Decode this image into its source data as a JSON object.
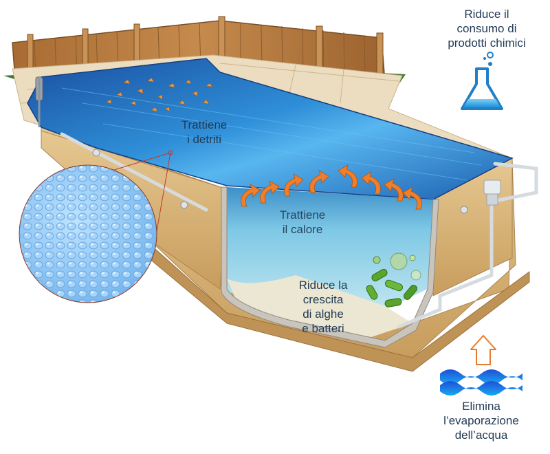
{
  "labels": {
    "chemicals": [
      "Riduce il",
      "consumo di",
      "prodotti chimici"
    ],
    "debris": [
      "Trattiene",
      "i detriti"
    ],
    "heat": [
      "Trattiene",
      "il calore"
    ],
    "algae": [
      "Riduce la",
      "crescita",
      "di alghe",
      "e batteri"
    ],
    "evaporation": [
      "Elimina",
      "l’evaporazione",
      "dell’acqua"
    ]
  },
  "icons": [
    "flask-icon",
    "water-waves-icon",
    "up-arrow-icon",
    "bubble-texture-magnifier",
    "heat-arrow-icon",
    "bacteria-icon",
    "leaf-debris-icon"
  ],
  "colors": {
    "label_text": "#2a4560",
    "pool_blue": "#1f6fc0",
    "wall_tan": "#d8b57c",
    "fence_wood": "#b27a3f",
    "heat_arrow": "#e8792a",
    "flask_blue": "#29a3e6",
    "algae_green": "#5aa52b"
  }
}
